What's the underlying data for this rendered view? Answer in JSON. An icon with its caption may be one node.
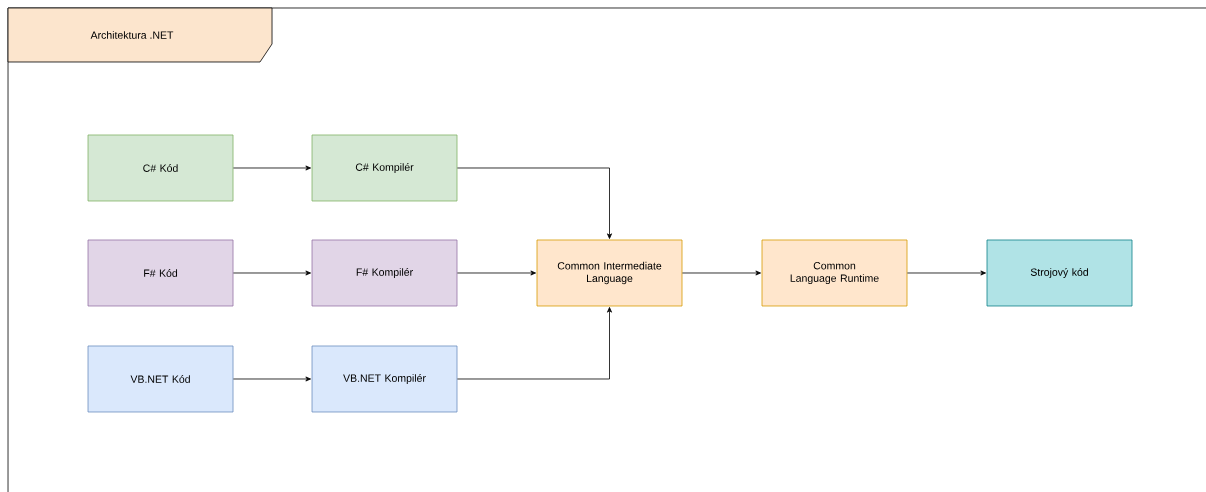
{
  "diagram": {
    "title": "Architektura .NET",
    "nodes": [
      {
        "text": [
          "C# Kód"
        ]
      },
      {
        "text": [
          "C# Kompilér"
        ]
      },
      {
        "text": [
          "F# Kód"
        ]
      },
      {
        "text": [
          "F# Kompilér"
        ]
      },
      {
        "text": [
          "Common Intermediate Language"
        ]
      },
      {
        "text": [
          "Common Language Runtime"
        ]
      },
      {
        "text": [
          "Strojový kód"
        ]
      },
      {
        "text": [
          "VB.NET Kód"
        ]
      },
      {
        "text": [
          "VB.NET Kompilér"
        ]
      }
    ],
    "edges": [
      {
        "from": 0,
        "to": 1,
        "arrow": "to"
      },
      {
        "from": 1,
        "to": 4,
        "arrow": "to"
      },
      {
        "from": 2,
        "to": 3,
        "arrow": "to"
      },
      {
        "from": 3,
        "to": 4,
        "arrow": "to"
      },
      {
        "from": 4,
        "to": 5,
        "arrow": "to"
      },
      {
        "from": 5,
        "to": 6,
        "arrow": "to"
      },
      {
        "from": 7,
        "to": 8,
        "arrow": "to"
      },
      {
        "from": 8,
        "to": 4,
        "arrow": "to"
      }
    ]
  }
}
